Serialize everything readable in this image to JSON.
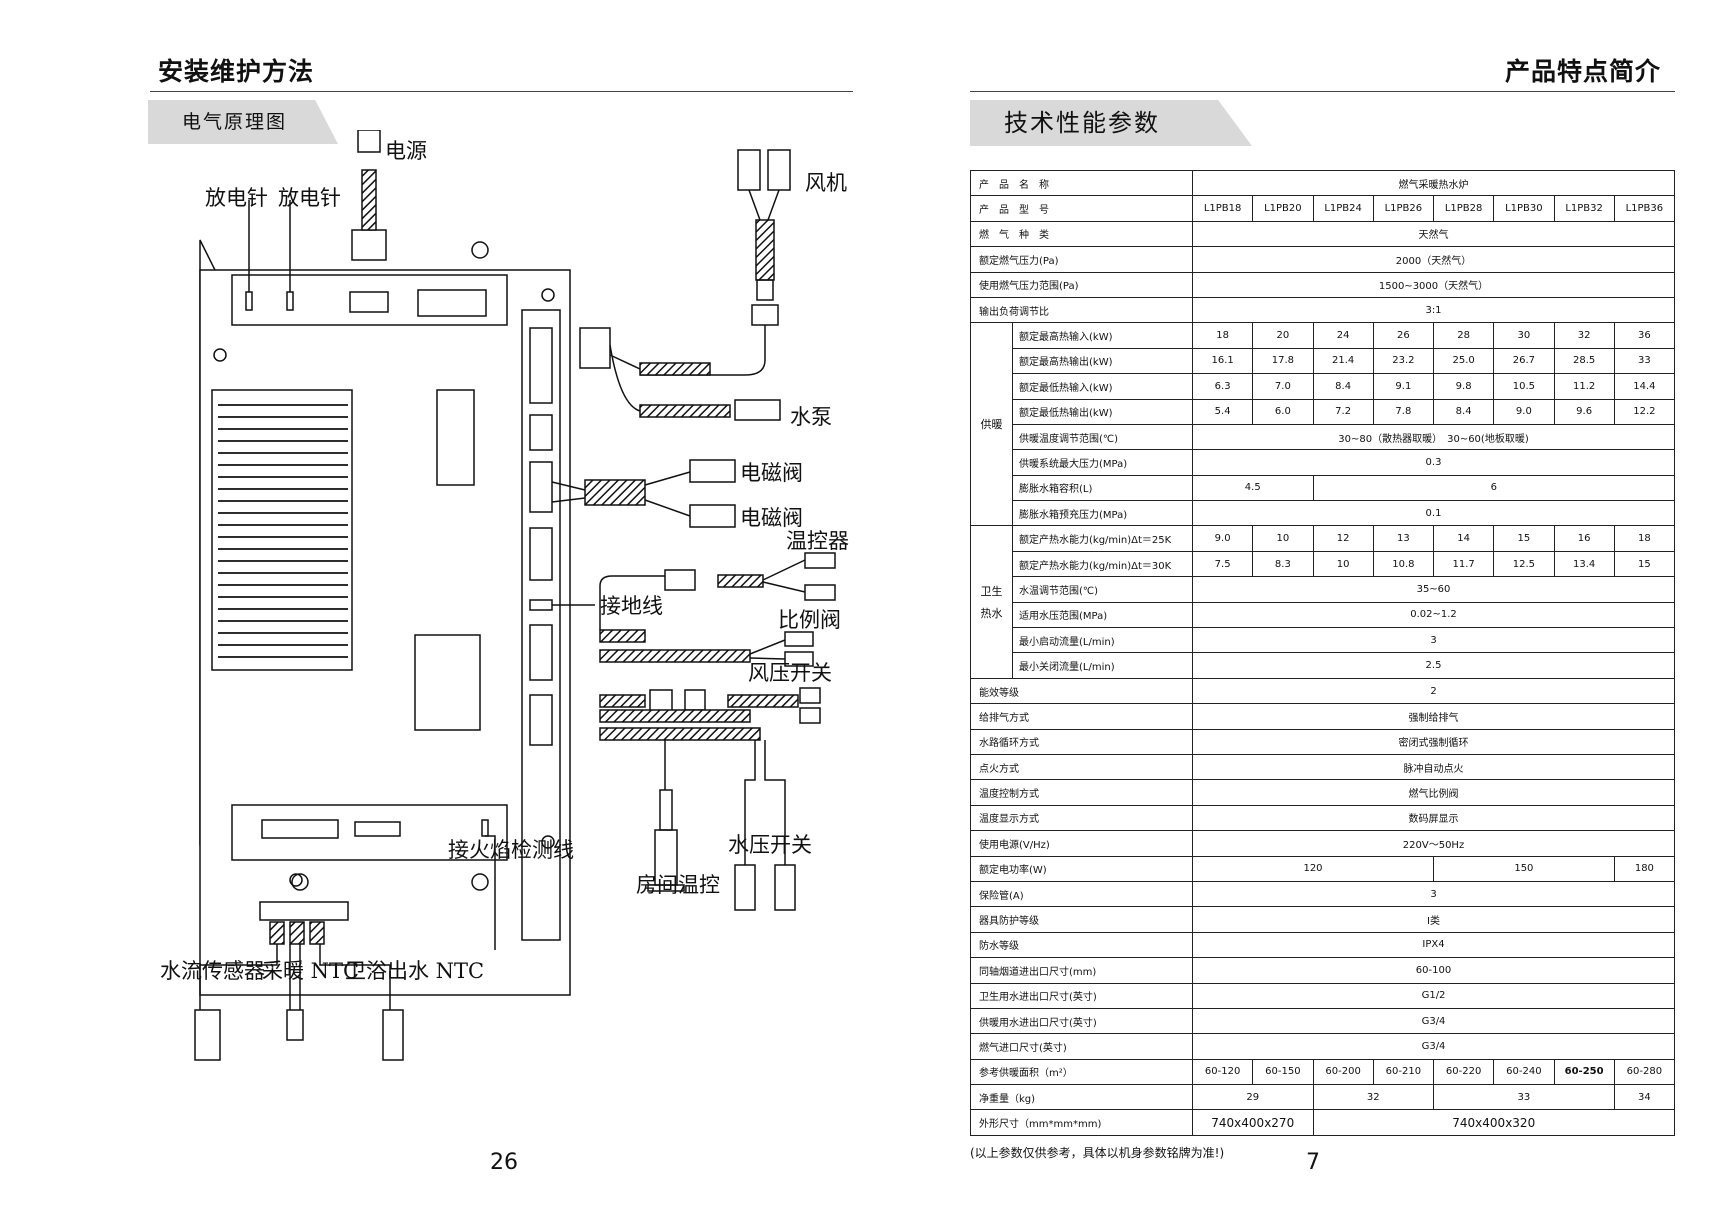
{
  "left_page": {
    "header": "安装维护方法",
    "section_title": "电气原理图",
    "page_number": "26",
    "labels": {
      "power": "电源",
      "igniter1": "放电针",
      "igniter2": "放电针",
      "fan": "风机",
      "pump": "水泵",
      "valve1": "电磁阀",
      "valve2": "电磁阀",
      "thermostat": "温控器",
      "ground": "接地线",
      "prop_valve": "比例阀",
      "air_switch": "风压开关",
      "flame_sense": "接火焰检测线",
      "room_thermo": "房间温控",
      "water_switch": "水压开关",
      "flow_sensor": "水流传感器",
      "heat_ntc": "采暖 NTC",
      "dhw_ntc": "卫浴出水 NTC"
    }
  },
  "right_page": {
    "header": "产品特点简介",
    "section_title": "技术性能参数",
    "page_number": "7",
    "footnote": "(以上参数仅供参考，具体以机身参数铭牌为准!)",
    "table": {
      "product_name_label": "产　品　名　称",
      "product_name": "燃气采暖热水炉",
      "model_label": "产　品　型　号",
      "models": [
        "L1PB18",
        "L1PB20",
        "L1PB24",
        "L1PB26",
        "L1PB28",
        "L1PB30",
        "L1PB32",
        "L1PB36"
      ],
      "gas_type_label": "燃　气　种　类",
      "gas_type": "天然气",
      "rated_pressure_label": "额定燃气压力(Pa)",
      "rated_pressure": "2000（天然气）",
      "pressure_range_label": "使用燃气压力范围(Pa)",
      "pressure_range": "1500~3000（天然气）",
      "load_ratio_label": "输出负荷调节比",
      "load_ratio": "3:1",
      "heating_group": "供暖",
      "max_in_label": "额定最高热输入(kW)",
      "max_in": [
        "18",
        "20",
        "24",
        "26",
        "28",
        "30",
        "32",
        "36"
      ],
      "max_out_label": "额定最高热输出(kW)",
      "max_out": [
        "16.1",
        "17.8",
        "21.4",
        "23.2",
        "25.0",
        "26.7",
        "28.5",
        "33"
      ],
      "min_in_label": "额定最低热输入(kW)",
      "min_in": [
        "6.3",
        "7.0",
        "8.4",
        "9.1",
        "9.8",
        "10.5",
        "11.2",
        "14.4"
      ],
      "min_out_label": "额定最低热输出(kW)",
      "min_out": [
        "5.4",
        "6.0",
        "7.2",
        "7.8",
        "8.4",
        "9.0",
        "9.6",
        "12.2"
      ],
      "heat_temp_label": "供暖温度调节范围(℃)",
      "heat_temp": "30~80（散热器取暖）　30~60(地板取暖)",
      "heat_pmax_label": "供暖系统最大压力(MPa)",
      "heat_pmax": "0.3",
      "tank_label": "膨胀水箱容积(L)",
      "tank_a": "4.5",
      "tank_b": "6",
      "tank_pre_label": "膨胀水箱预充压力(MPa)",
      "tank_pre": "0.1",
      "dhw_group_line1": "卫生",
      "dhw_group_line2": "热水",
      "dhw25_label": "额定产热水能力(kg/min)Δt＝25K",
      "dhw25": [
        "9.0",
        "10",
        "12",
        "13",
        "14",
        "15",
        "16",
        "18"
      ],
      "dhw30_label": "额定产热水能力(kg/min)Δt＝30K",
      "dhw30": [
        "7.5",
        "8.3",
        "10",
        "10.8",
        "11.7",
        "12.5",
        "13.4",
        "15"
      ],
      "dhw_temp_label": "水温调节范围(℃)",
      "dhw_temp": "35~60",
      "dhw_press_label": "适用水压范围(MPa)",
      "dhw_press": "0.02~1.2",
      "min_start_label": "最小启动流量(L/min)",
      "min_start": "3",
      "min_stop_label": "最小关闭流量(L/min)",
      "min_stop": "2.5",
      "efficiency_label": "能效等级",
      "efficiency": "2",
      "exhaust_label": "给排气方式",
      "exhaust": "强制给排气",
      "water_circ_label": "水路循环方式",
      "water_circ": "密闭式强制循环",
      "ignition_label": "点火方式",
      "ignition": "脉冲自动点火",
      "temp_ctrl_label": "温度控制方式",
      "temp_ctrl": "燃气比例阀",
      "temp_disp_label": "温度显示方式",
      "temp_disp": "数码屏显示",
      "power_label": "使用电源(V/Hz)",
      "power": "220V～50Hz",
      "power_rating_label": "额定电功率(W)",
      "power_rating": [
        "120",
        "150",
        "180"
      ],
      "fuse_label": "保险管(A)",
      "fuse": "3",
      "protect_label": "器具防护等级",
      "protect": "I类",
      "waterproof_label": "防水等级",
      "waterproof": "IPX4",
      "flue_label": "同轴烟道进出口尺寸(mm)",
      "flue": "60-100",
      "dhw_pipe_label": "卫生用水进出口尺寸(英寸)",
      "dhw_pipe": "G1/2",
      "heat_pipe_label": "供暖用水进出口尺寸(英寸)",
      "heat_pipe": "G3/4",
      "gas_pipe_label": "燃气进口尺寸(英寸)",
      "gas_pipe": "G3/4",
      "area_label": "参考供暖面积（m²）",
      "area": [
        "60-120",
        "60-150",
        "60-200",
        "60-210",
        "60-220",
        "60-240",
        "60-250",
        "60-280"
      ],
      "weight_label": "净重量（kg)",
      "weight": [
        "29",
        "32",
        "33",
        "34"
      ],
      "dim_label": "外形尺寸（mm*mm*mm)",
      "dim_a": "740x400x270",
      "dim_b": "740x400x320"
    }
  }
}
